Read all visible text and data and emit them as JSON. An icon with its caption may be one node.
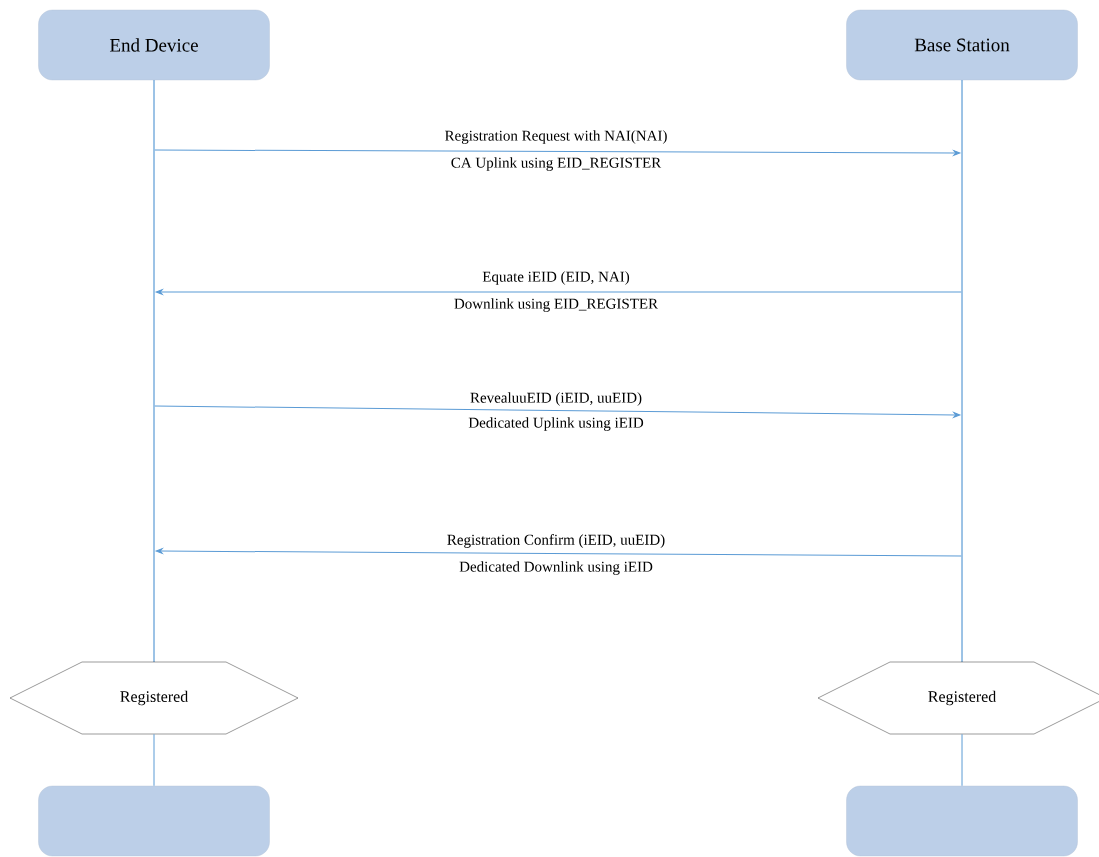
{
  "diagram": {
    "nodes": [
      {
        "text": [
          "End Device"
        ]
      },
      {
        "text": [
          "Base Station"
        ]
      },
      {
        "text": [],
        "shape": "bar"
      },
      {
        "text": [],
        "shape": "bar"
      },
      {
        "text": [
          "Registered"
        ]
      },
      {
        "text": [
          "Registered"
        ]
      },
      {
        "text": [],
        "shape": "box"
      },
      {
        "text": [],
        "shape": "box"
      }
    ],
    "edges": [
      {
        "from": 2,
        "to": 3,
        "arrow": "to",
        "label": "Registration Request with NAI(NAI)"
      },
      {
        "from": 3,
        "to": 2,
        "arrow": "to",
        "label": "Equate iEID (EID, NAI)"
      },
      {
        "from": 2,
        "to": 3,
        "arrow": "to",
        "label": "RevealuuEID (iEID, uuEID)"
      },
      {
        "from": 3,
        "to": 2,
        "arrow": "to",
        "label": "Registration Confirm (iEID, uuEID)"
      },
      {
        "from": 4,
        "to": 6,
        "arrow": "none"
      },
      {
        "from": 5,
        "to": 7,
        "arrow": "none"
      }
    ],
    "labels": [
      "CA Uplink using EID_REGISTER",
      "Downlink using EID_REGISTER",
      "Dedicated Uplink using iEID",
      "Dedicated Downlink using iEID"
    ]
  }
}
